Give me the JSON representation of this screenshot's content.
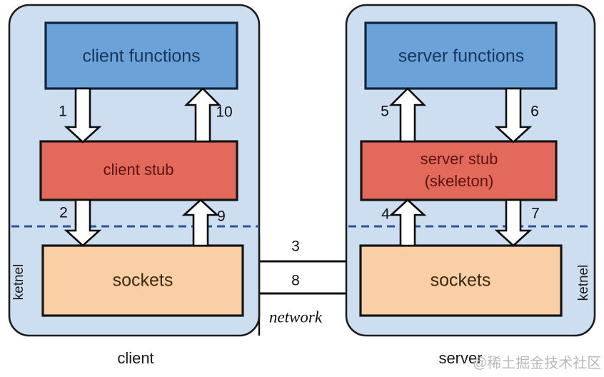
{
  "diagram": {
    "title": "RPC client-server socket flow",
    "colors": {
      "panel_fill": "#cddef1",
      "panel_stroke": "#1d1d1d",
      "functions_fill": "#6ba3d8",
      "functions_stroke": "#10243d",
      "stub_fill": "#e3695b",
      "stub_stroke": "#151515",
      "sockets_fill": "#fbcfa5",
      "sockets_stroke": "#151515",
      "kernel_divider": "#2f5496",
      "arrow_fill": "#ffffff",
      "arrow_stroke": "#0d0d0d",
      "network_line": "#111111",
      "page_background": "#ffffff"
    },
    "panels": [
      {
        "id": "client-panel",
        "caption": "client",
        "kernel_label": "ketnel",
        "boxes": {
          "functions": "client functions",
          "stub_line1": "client stub",
          "stub_line2": "",
          "sockets": "sockets"
        }
      },
      {
        "id": "server-panel",
        "caption": "server",
        "kernel_label": "ketnel",
        "boxes": {
          "functions": "server functions",
          "stub_line1": "server stub",
          "stub_line2": "(skeleton)",
          "sockets": "sockets"
        }
      }
    ],
    "steps": {
      "s1": "1",
      "s2": "2",
      "s3": "3",
      "s4": "4",
      "s5": "5",
      "s6": "6",
      "s7": "7",
      "s8": "8",
      "s9": "9",
      "s10": "10"
    },
    "network_label": "network",
    "watermark": "@稀土掘金技术社区"
  }
}
